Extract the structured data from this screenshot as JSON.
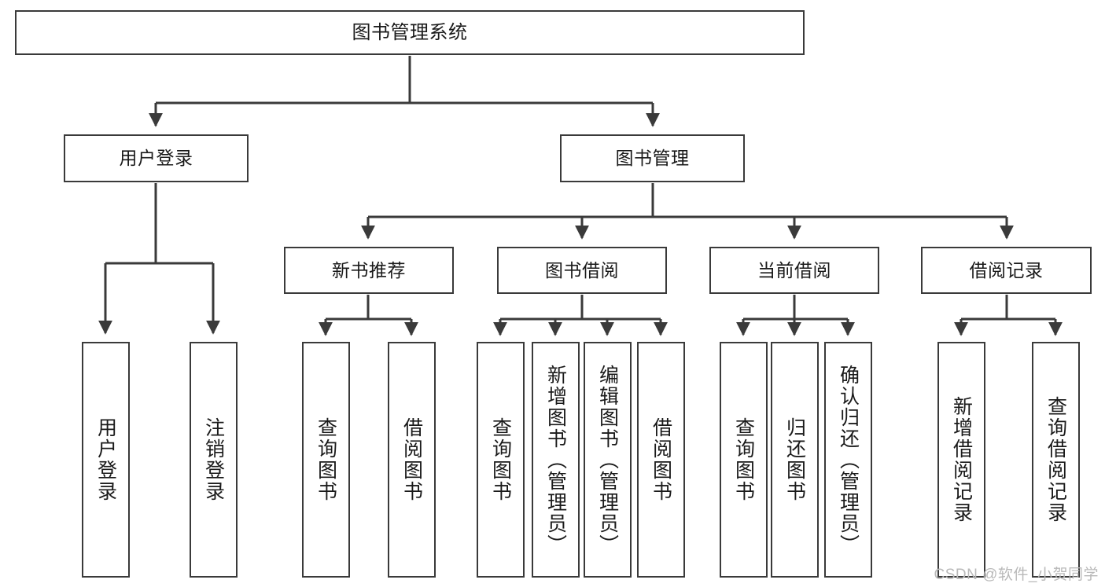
{
  "diagram": {
    "title": "图书管理系统",
    "root": {
      "label": "图书管理系统"
    },
    "level2": [
      {
        "label": "用户登录"
      },
      {
        "label": "图书管理"
      }
    ],
    "level3": [
      {
        "label": "新书推荐"
      },
      {
        "label": "图书借阅"
      },
      {
        "label": "当前借阅"
      },
      {
        "label": "借阅记录"
      }
    ],
    "leaves_user_login": [
      {
        "label": "用户登录"
      },
      {
        "label": "注销登录"
      }
    ],
    "leaves_new_book": [
      {
        "label": "查询图书"
      },
      {
        "label": "借阅图书"
      }
    ],
    "leaves_borrow": [
      {
        "label": "查询图书"
      },
      {
        "label": "新增图书（管理员）"
      },
      {
        "label": "编辑图书（管理员）"
      },
      {
        "label": "借阅图书"
      }
    ],
    "leaves_current": [
      {
        "label": "查询图书"
      },
      {
        "label": "归还图书"
      },
      {
        "label": "确认归还（管理员）"
      }
    ],
    "leaves_record": [
      {
        "label": "新增借阅记录"
      },
      {
        "label": "查询借阅记录"
      }
    ]
  },
  "watermark": {
    "text": "CSDN @软件_小贺同学"
  },
  "colors": {
    "border": "#3a3a3a",
    "text": "#1a1a1a",
    "background": "#ffffff",
    "watermark": "#b9b9b9"
  }
}
